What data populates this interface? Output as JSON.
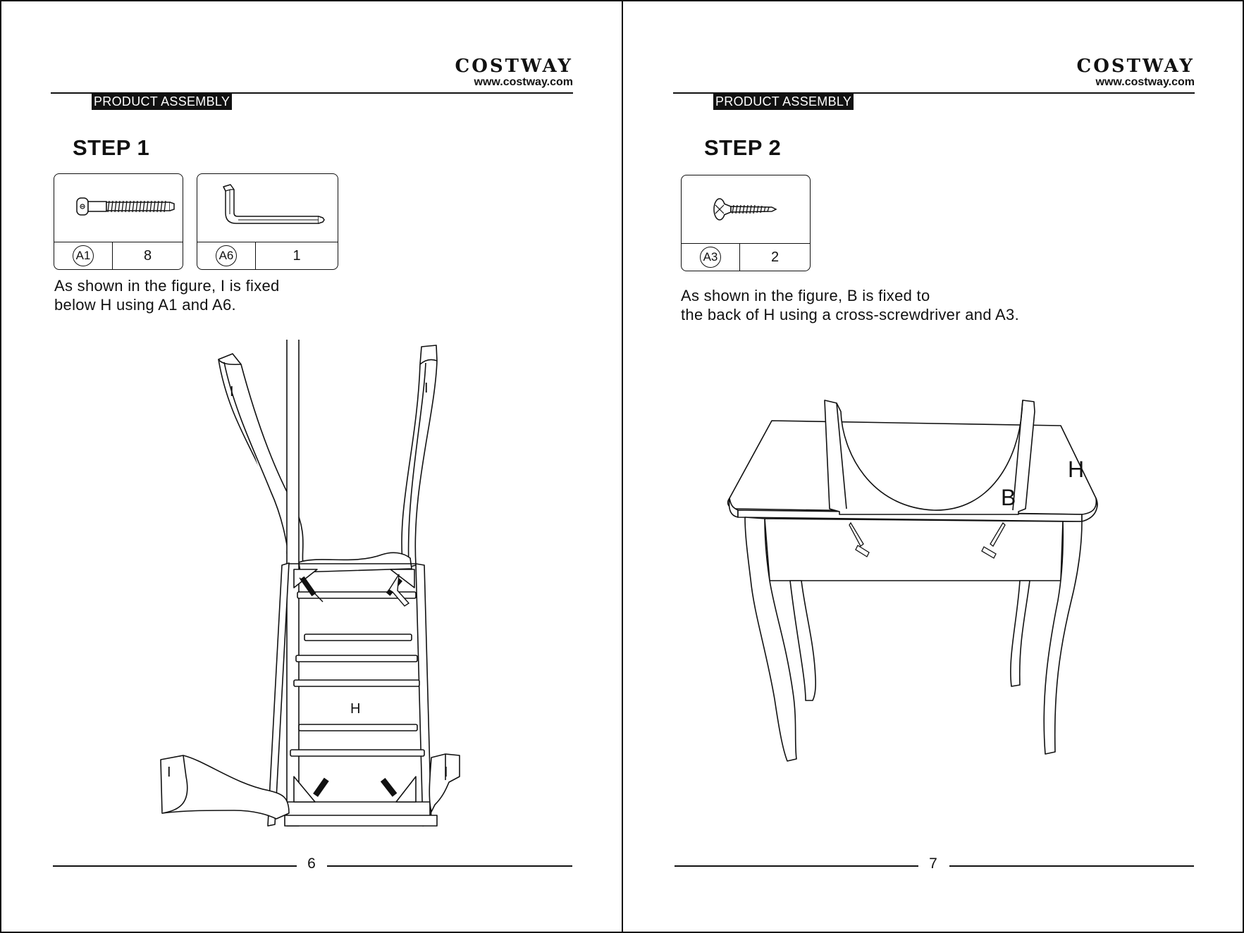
{
  "brand": {
    "name": "COSTWAY",
    "url": "www.costway.com"
  },
  "section_label": "PRODUCT ASSEMBLY",
  "pages": [
    {
      "step_title": "STEP 1",
      "parts": [
        {
          "code": "A1",
          "quantity": "8",
          "icon": "bolt-icon"
        },
        {
          "code": "A6",
          "quantity": "1",
          "icon": "allen-key-icon"
        }
      ],
      "instruction": [
        "As shown in the figure, I is fixed",
        "below H using A1 and A6."
      ],
      "figure_labels": {
        "legs": "I",
        "frame": "H"
      },
      "page_number": "6"
    },
    {
      "step_title": "STEP 2",
      "parts": [
        {
          "code": "A3",
          "quantity": "2",
          "icon": "wood-screw-icon"
        }
      ],
      "instruction": [
        "As shown in the figure, B is fixed to",
        "the back of H using a cross-screwdriver and A3."
      ],
      "figure_labels": {
        "back": "B",
        "frame": "H"
      },
      "page_number": "7"
    }
  ]
}
